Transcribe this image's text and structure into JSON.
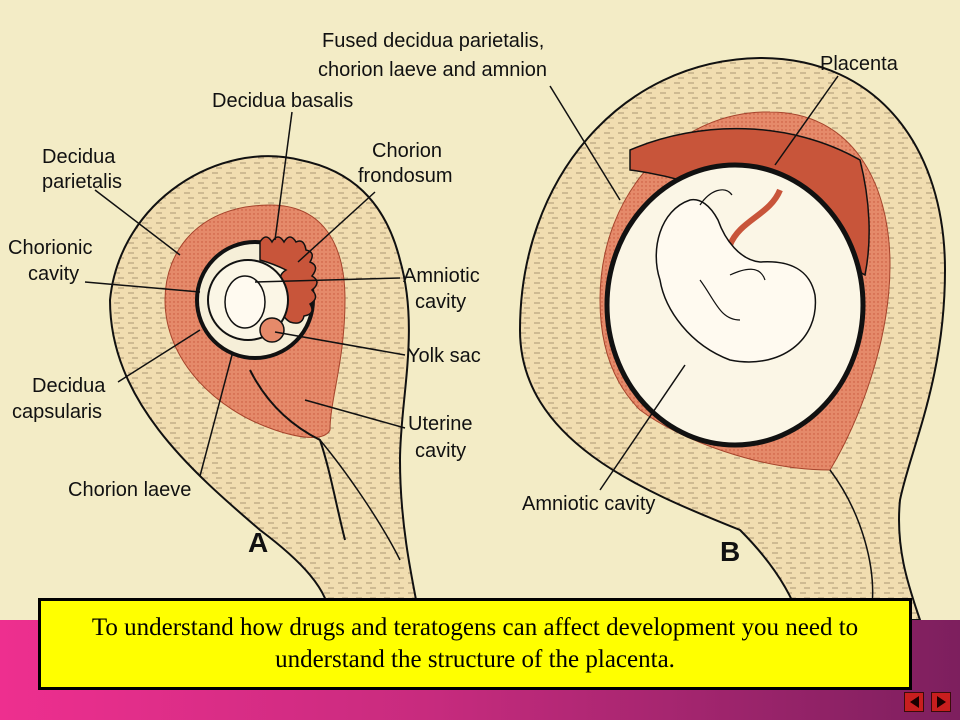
{
  "diagram": {
    "panel_a": {
      "letter": "A",
      "labels": {
        "decidua_basalis": "Decidua basalis",
        "decidua_parietalis_1": "Decidua",
        "decidua_parietalis_2": "parietalis",
        "chorionic_cavity_1": "Chorionic",
        "chorionic_cavity_2": "cavity",
        "chorion_frondosum_1": "Chorion",
        "chorion_frondosum_2": "frondosum",
        "amniotic_cavity_1": "Amniotic",
        "amniotic_cavity_2": "cavity",
        "yolk_sac": "Yolk sac",
        "decidua_capsularis_1": "Decidua",
        "decidua_capsularis_2": "capsularis",
        "uterine_cavity_1": "Uterine",
        "uterine_cavity_2": "cavity",
        "chorion_laeve": "Chorion laeve"
      }
    },
    "panel_b": {
      "letter": "B",
      "labels": {
        "fused_1": "Fused decidua parietalis,",
        "fused_2": "chorion laeve and amnion",
        "placenta": "Placenta",
        "amniotic_cavity": "Amniotic cavity"
      }
    },
    "colors": {
      "background": "#f3ecc6",
      "uterine_wall": "#f1ddb0",
      "decidua": "#e58a6a",
      "line": "#111111"
    }
  },
  "caption": "To understand how drugs and teratogens can affect development you need to understand the structure of the placenta.",
  "nav": {
    "prev_icon": "previous-slide-icon",
    "next_icon": "next-slide-icon"
  }
}
